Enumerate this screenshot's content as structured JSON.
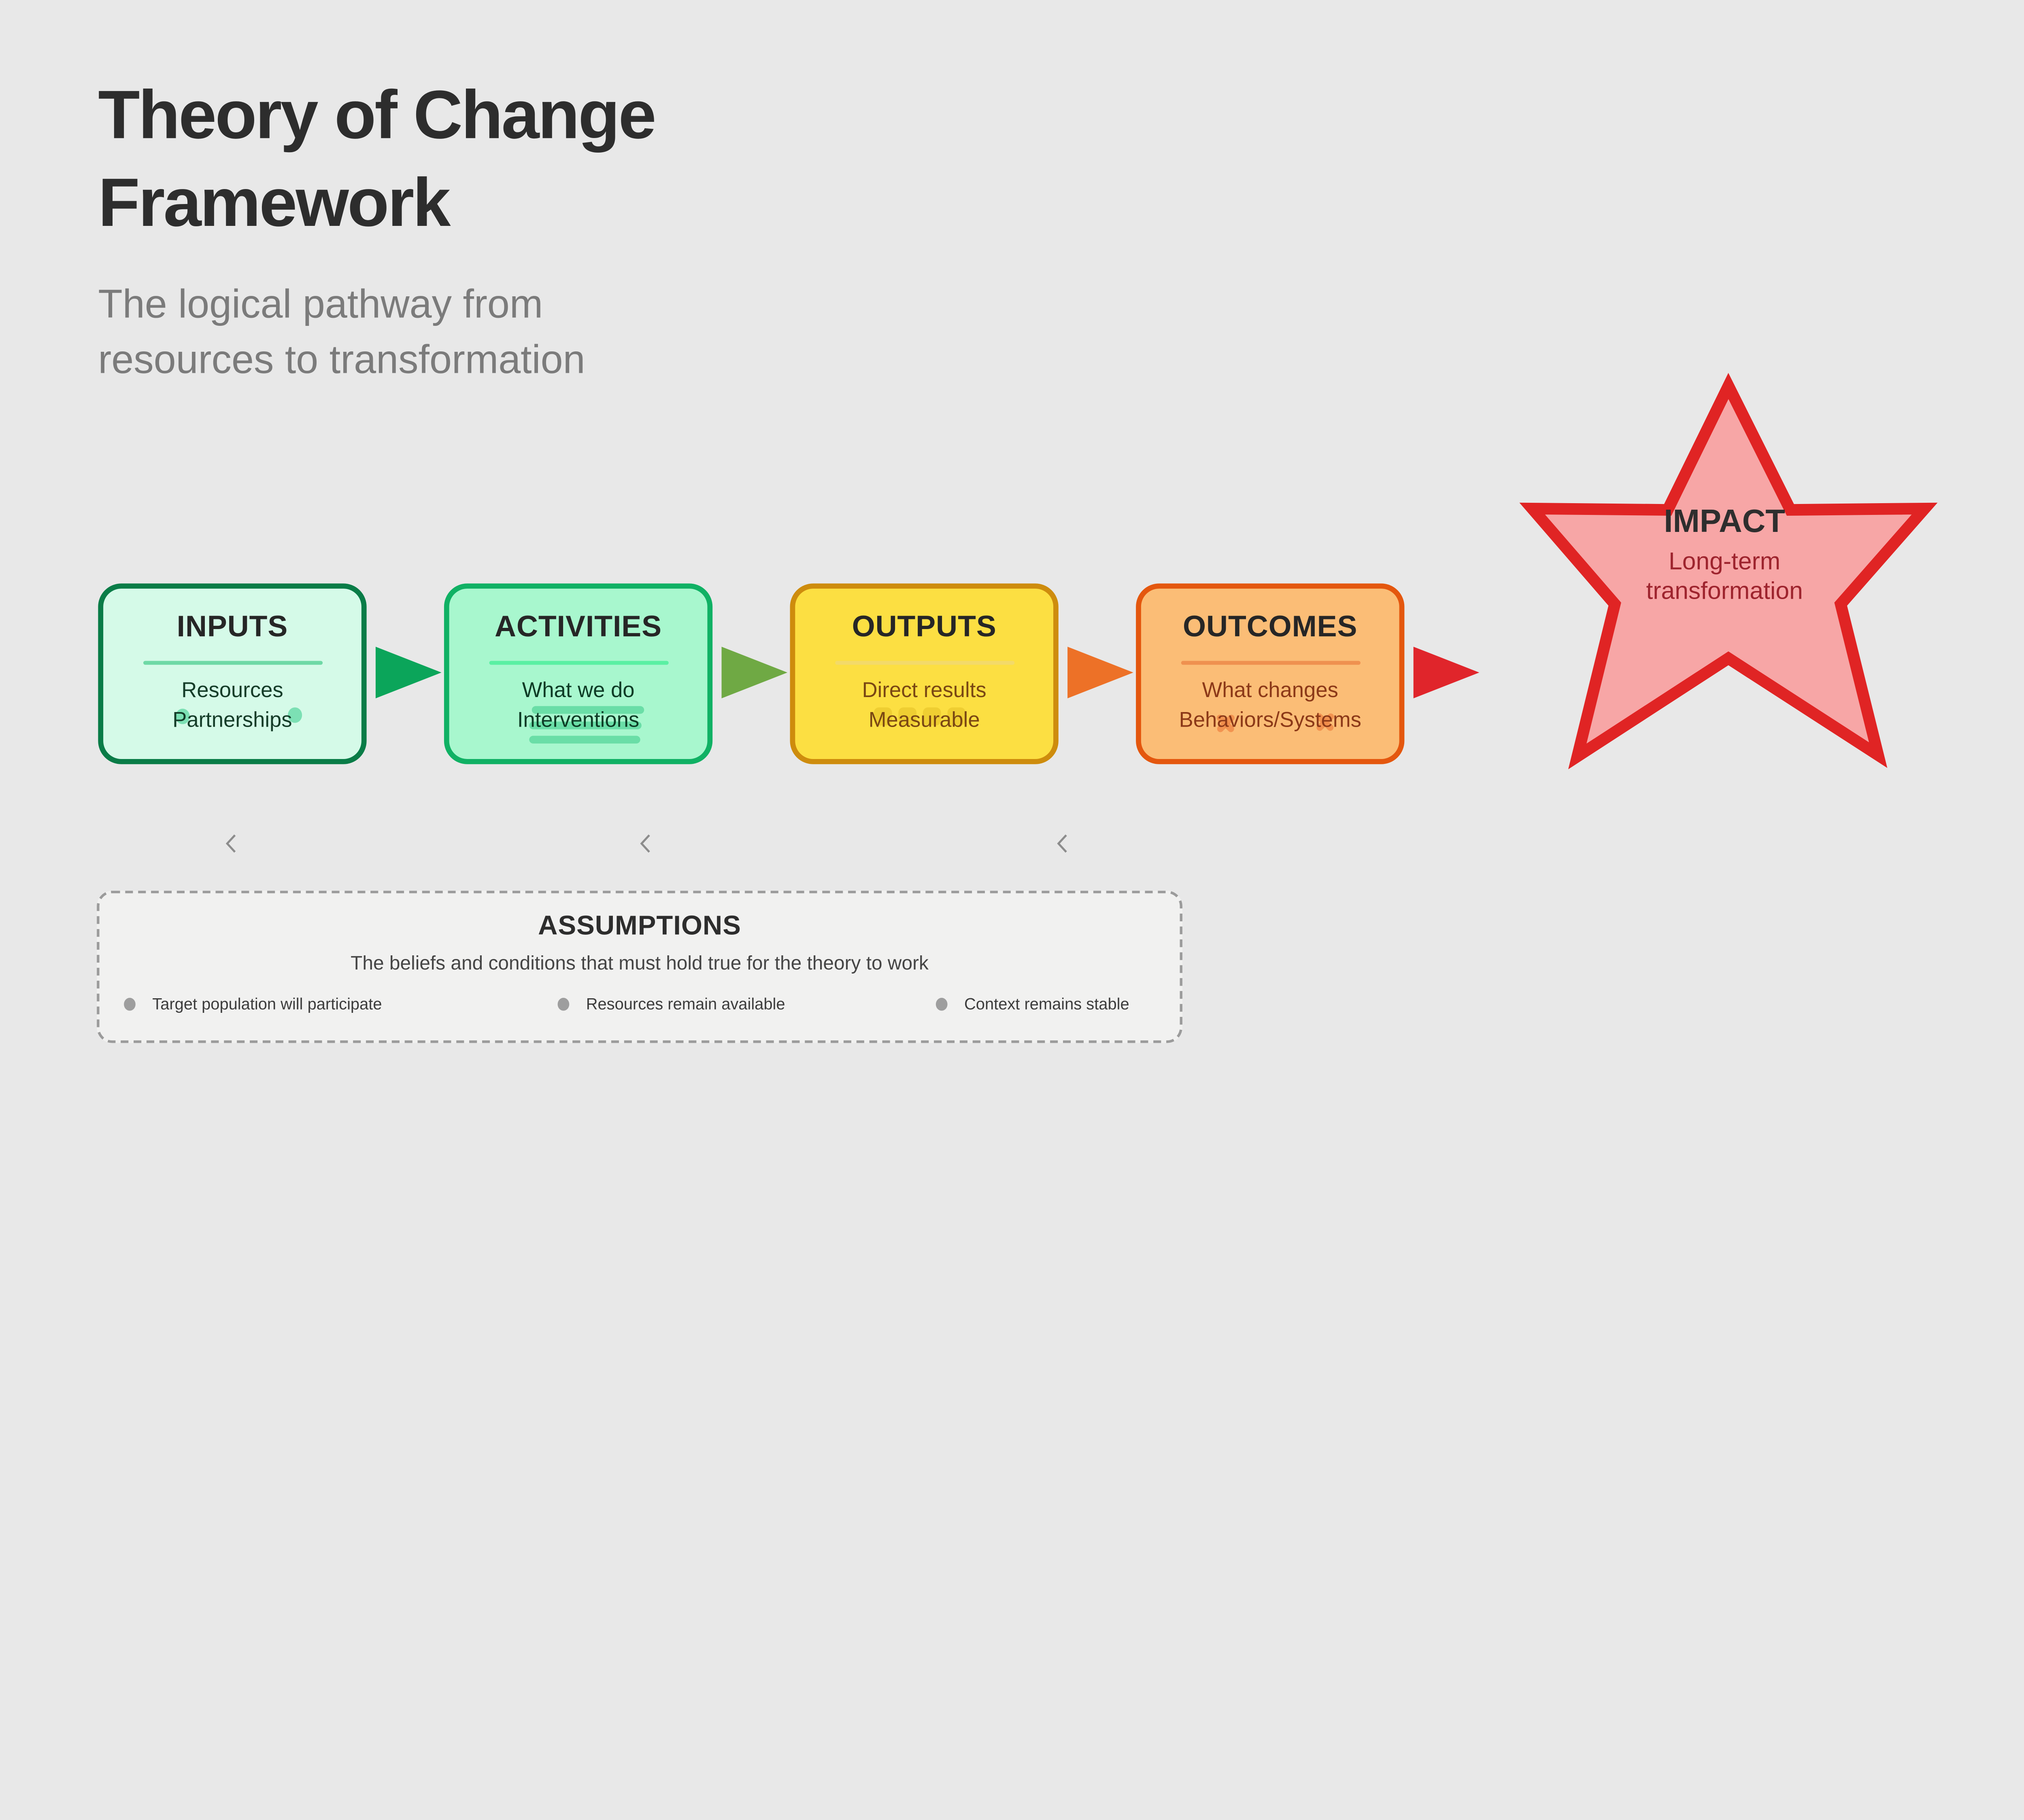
{
  "background": "#e8e8e8",
  "header": {
    "title_lines": [
      "Theory of Change",
      "Framework"
    ],
    "subtitle_lines": [
      "The logical pathway from",
      "resources to transformation"
    ],
    "title_color": "#2d2d2d",
    "subtitle_color": "#7b7b7b"
  },
  "flow": {
    "stages": [
      {
        "label": "INPUTS",
        "lines": [
          "Resources",
          "Partnerships"
        ],
        "fill": "#d5fae8",
        "border": "#097c47",
        "divider": "#6fd9a6",
        "text_color": "#143c28"
      },
      {
        "label": "ACTIVITIES",
        "lines": [
          "What we do",
          "Interventions"
        ],
        "fill": "#a8f7ce",
        "border": "#10b164",
        "divider": "#5af0a3",
        "text_color": "#0d3b25"
      },
      {
        "label": "OUTPUTS",
        "lines": [
          "Direct results",
          "Measurable"
        ],
        "fill": "#fcdf42",
        "border": "#ce8c0d",
        "divider": "#f3da69",
        "text_color": "#7a4713"
      },
      {
        "label": "OUTCOMES",
        "lines": [
          "What changes",
          "Behaviors/Systems"
        ],
        "fill": "#fbbd76",
        "border": "#e4570e",
        "divider": "#ef9150",
        "text_color": "#8c3918"
      }
    ],
    "arrow_colors": [
      "#0ba55a",
      "#6fa944",
      "#ed7127",
      "#e0252b"
    ]
  },
  "impact": {
    "label": "IMPACT",
    "lines": [
      "Long-term",
      "transformation"
    ],
    "fill": "#f7a6a6",
    "border": "#e02424",
    "label_color": "#2e2e2e",
    "text_color": "#9e242e"
  },
  "assumptions": {
    "title": "ASSUMPTIONS",
    "subtitle": "The beliefs and conditions that must hold true for the theory to work",
    "items": [
      "Target population will participate",
      "Resources remain available",
      "Context remains stable"
    ]
  }
}
